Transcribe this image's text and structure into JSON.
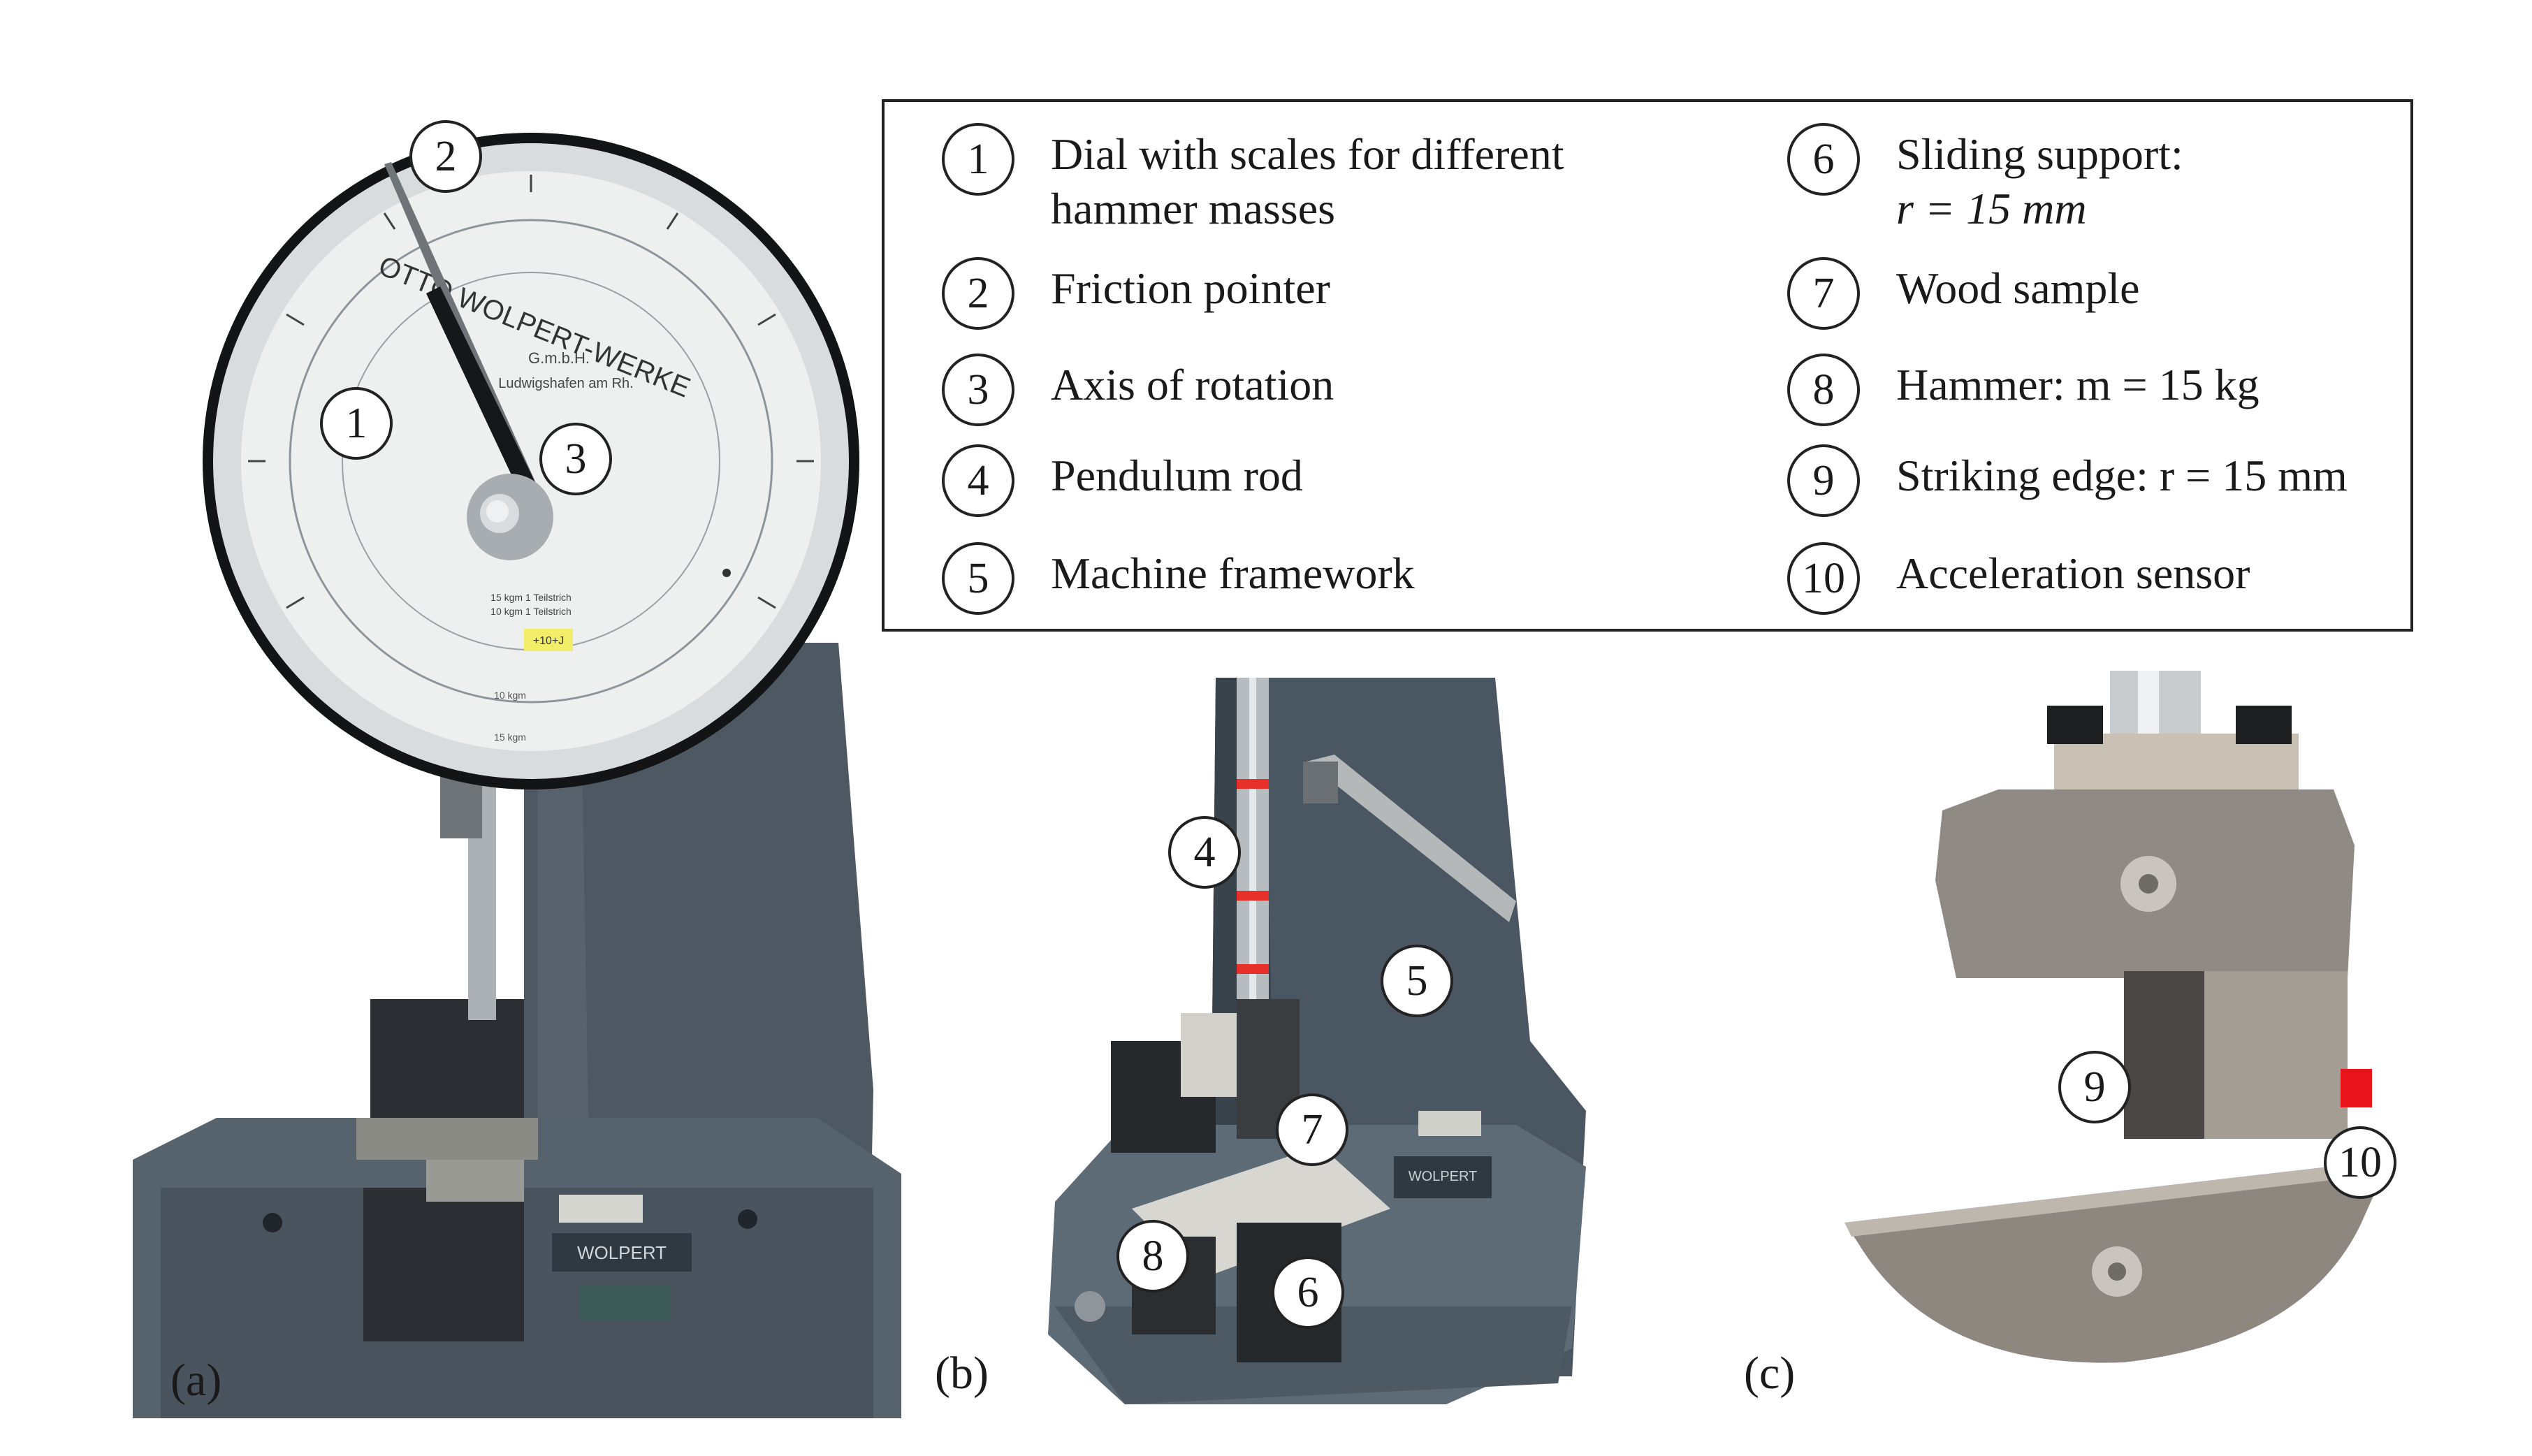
{
  "legend": [
    {
      "num": "1",
      "text": "Dial with scales for different",
      "text2": "hammer masses"
    },
    {
      "num": "2",
      "text": "Friction pointer"
    },
    {
      "num": "3",
      "text": "Axis of rotation"
    },
    {
      "num": "4",
      "text": "Pendulum rod"
    },
    {
      "num": "5",
      "text": "Machine framework"
    },
    {
      "num": "6",
      "text": "Sliding support:",
      "text2": "r = 15 mm"
    },
    {
      "num": "7",
      "text": "Wood sample"
    },
    {
      "num": "8",
      "text": "Hammer: m = 15 kg"
    },
    {
      "num": "9",
      "text": "Striking edge: r = 15 mm"
    },
    {
      "num": "10",
      "text": "Acceleration sensor"
    }
  ],
  "panels": {
    "a": {
      "label": "(a)"
    },
    "b": {
      "label": "(b)"
    },
    "c": {
      "label": "(c)"
    }
  },
  "dial": {
    "brand_line1": "OTTO WOLPERT-WERKE",
    "brand_line2": "G.m.b.H.",
    "brand_line3": "Ludwigshafen am Rh.",
    "scale_note1": "15 kgm 1 Teilstrich",
    "scale_note2": "10 kgm 1 Teilstrich",
    "label_10kgm": "10 kgm",
    "label_15kgm": "15 kgm",
    "sticker": "+10+J"
  },
  "plates": {
    "a": "WOLPERT",
    "b": "WOLPERT"
  },
  "callouts": {
    "a1": "1",
    "a2": "2",
    "a3": "3",
    "b4": "4",
    "b5": "5",
    "b6": "6",
    "b7": "7",
    "b8": "8",
    "c9": "9",
    "c10": "10"
  },
  "colors": {
    "machine_gray": "#4a5560",
    "dial_face": "#eef0f0",
    "steel": "#8a8680",
    "sensor_red": "#e8141c",
    "rod_red_marks": "#e8302a"
  }
}
